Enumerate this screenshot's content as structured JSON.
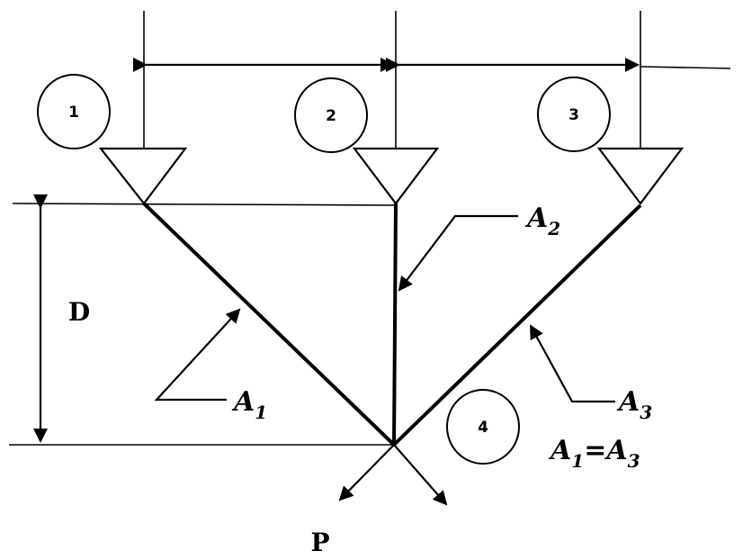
{
  "nodes": [
    {
      "id": "node-1",
      "label": "1"
    },
    {
      "id": "node-2",
      "label": "2"
    },
    {
      "id": "node-3",
      "label": "3"
    },
    {
      "id": "node-4",
      "label": "4"
    }
  ],
  "labels": {
    "depth": "D",
    "load": "P",
    "area1_main": "A",
    "area1_sub": "1",
    "area2_main": "A",
    "area2_sub": "2",
    "area3_main": "A",
    "area3_sub": "3",
    "equality_a": "A",
    "equality_a_sub": "1",
    "equality_eq": "=",
    "equality_b": "A",
    "equality_b_sub": "3"
  }
}
